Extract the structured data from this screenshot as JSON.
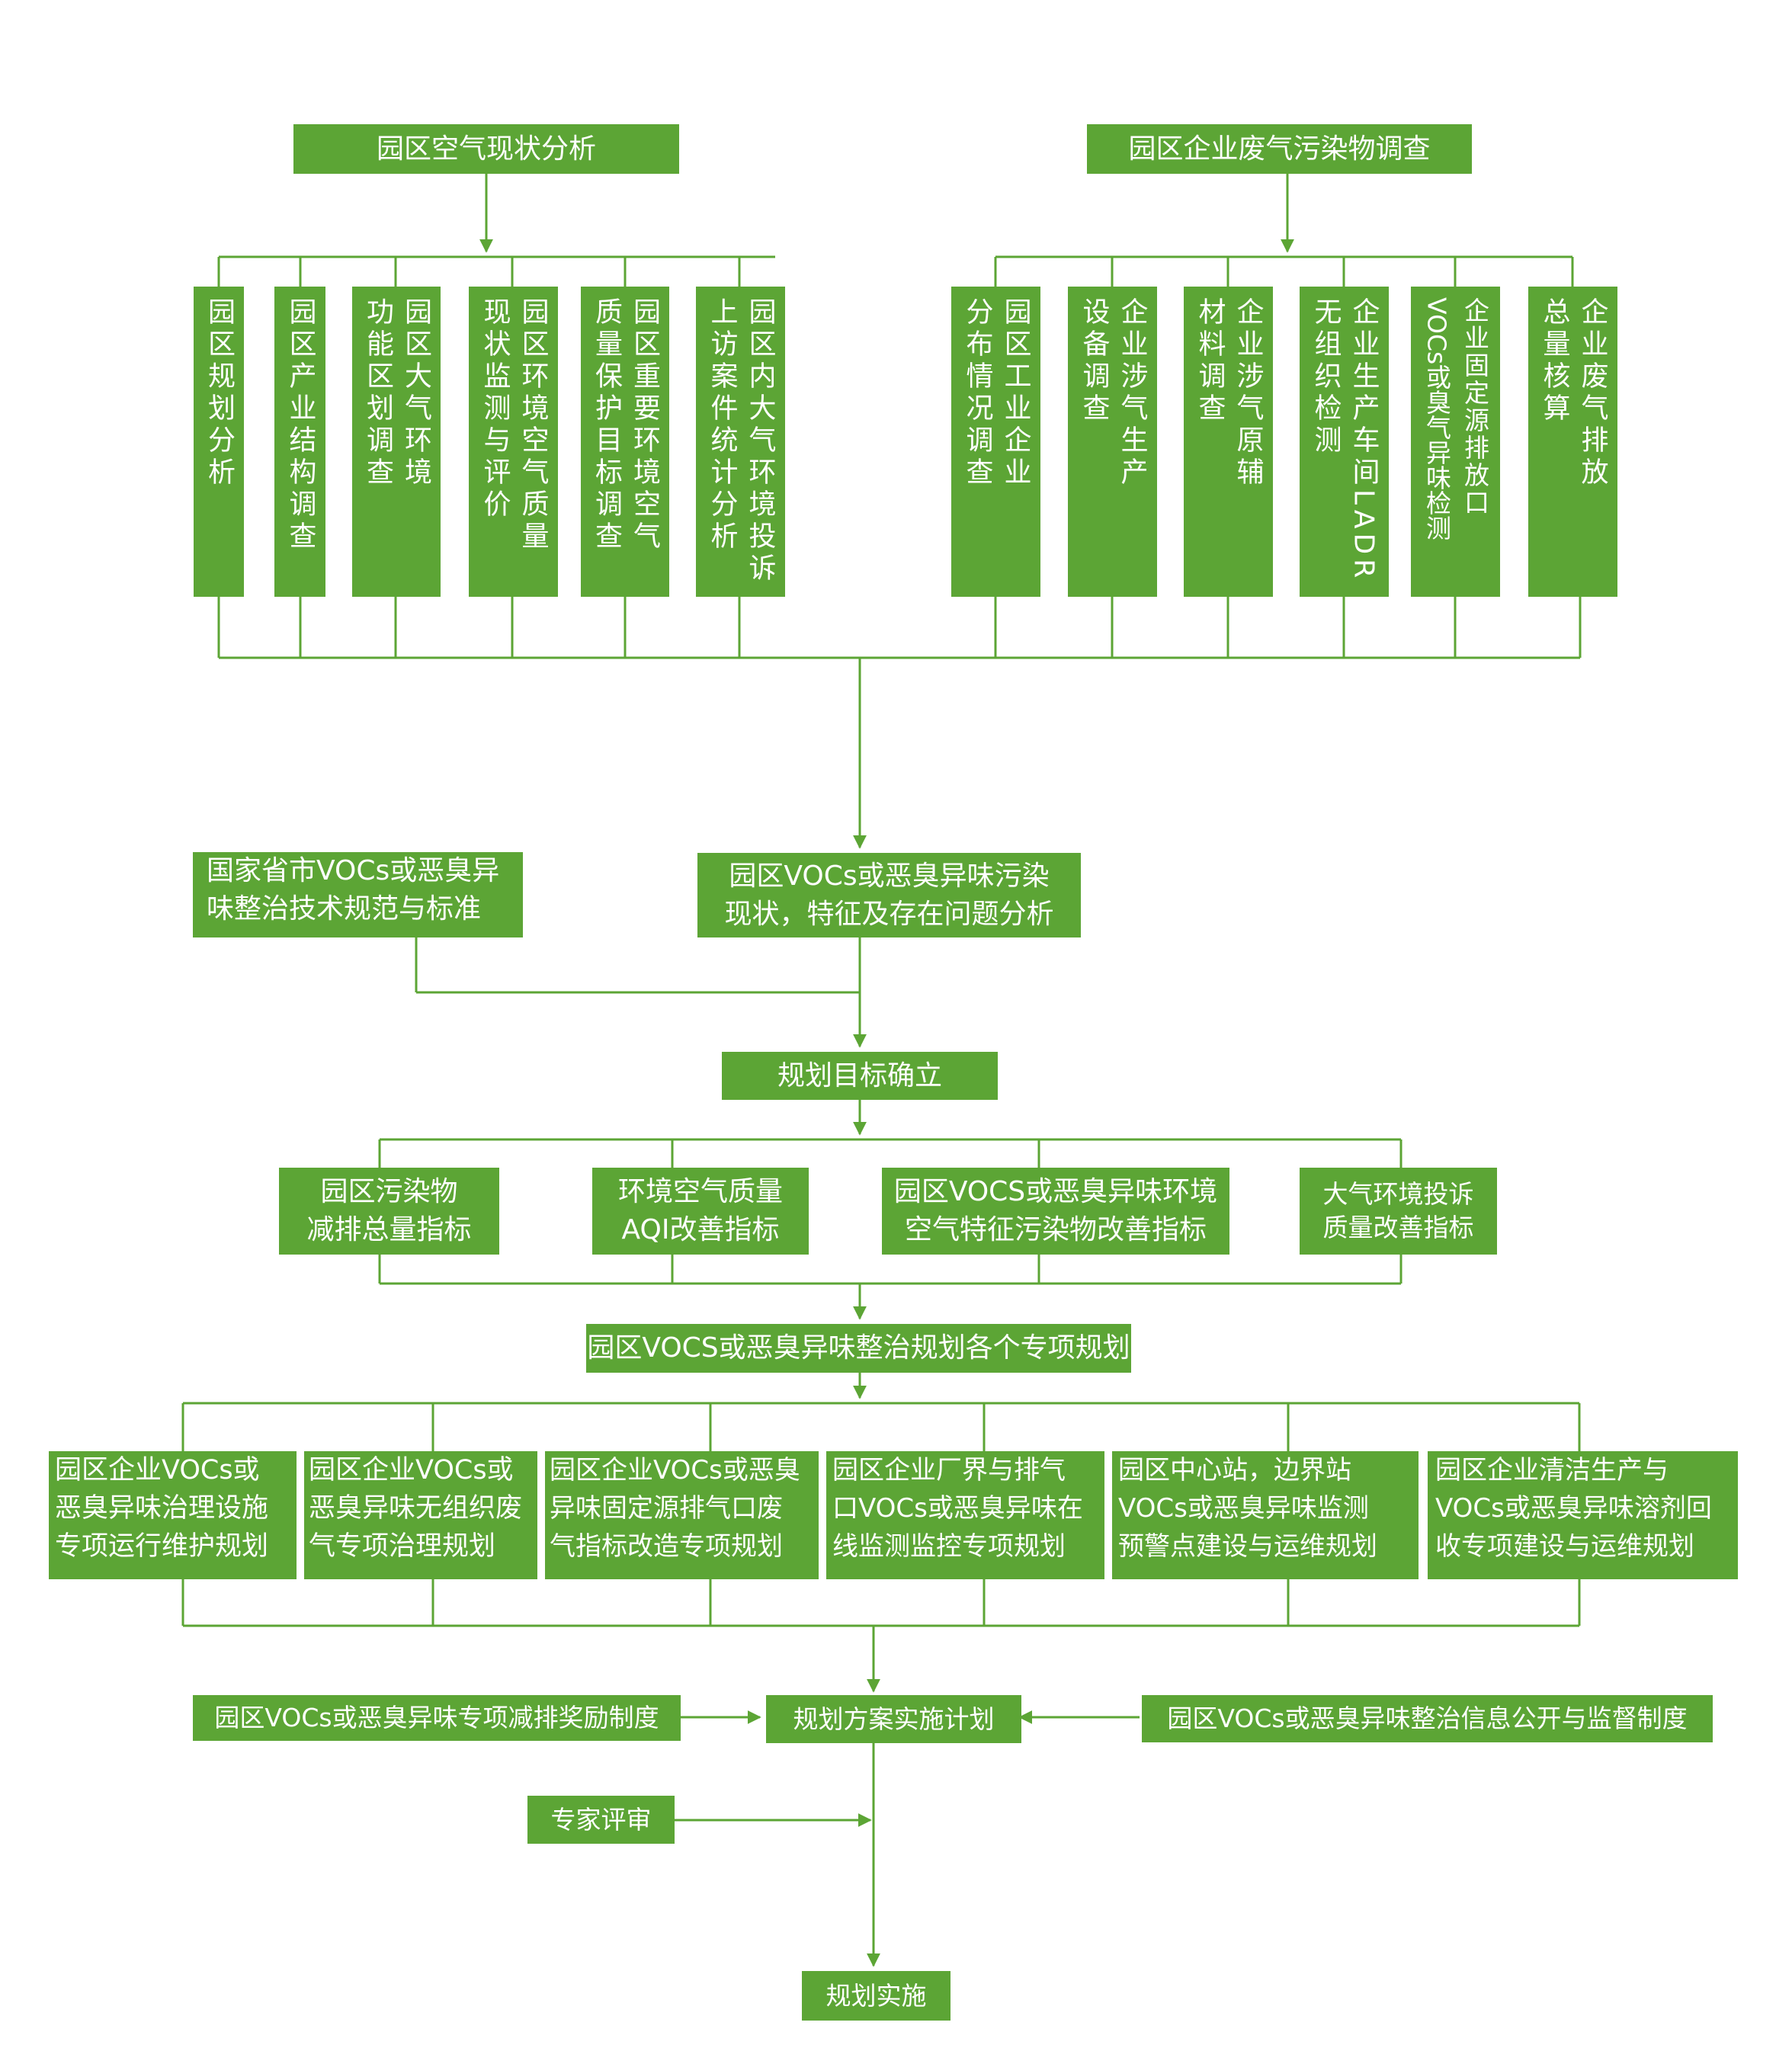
{
  "diagram": {
    "top_left": {
      "title": "园区空气现状分析",
      "items": [
        [
          "园区规划分析"
        ],
        [
          "园区产业结构调查"
        ],
        [
          "园区大气环境",
          "功能区划调查"
        ],
        [
          "园区环境空气质量",
          "现状监测与评价"
        ],
        [
          "园区重要环境空气",
          "质量保护目标调查"
        ],
        [
          "园区内大气环境投诉",
          "上访案件统计分析"
        ]
      ]
    },
    "top_right": {
      "title": "园区企业废气污染物调查",
      "items": [
        [
          "园区工业企业",
          "分布情况调查"
        ],
        [
          "企业涉气生产",
          "设备调查"
        ],
        [
          "企业涉气原辅",
          "材料调查"
        ],
        [
          "企业生产车间LADR",
          "无组织检测"
        ],
        [
          "企业固定源排放口",
          "VOCs或臭气异味检测"
        ],
        [
          "企业废气排放",
          "总量核算"
        ]
      ]
    },
    "standards": [
      "国家省市VOCs或恶臭异",
      "味整治技术规范与标准"
    ],
    "status_analysis": [
      "园区VOCs或恶臭异味污染",
      "现状，特征及存在问题分析"
    ],
    "goal": "规划目标确立",
    "indicators": [
      [
        "园区污染物",
        "减排总量指标"
      ],
      [
        "环境空气质量",
        "AQI改善指标"
      ],
      [
        "园区VOCS或恶臭异味环境",
        "空气特征污染物改善指标"
      ],
      [
        "大气环境投诉",
        "质量改善指标"
      ]
    ],
    "special_plan": "园区VOCS或恶臭异味整治规划各个专项规划",
    "projects": [
      [
        "园区企业VOCs或",
        "恶臭异味治理设施",
        "专项运行维护规划"
      ],
      [
        "园区企业VOCs或",
        "恶臭异味无组织废",
        "气专项治理规划"
      ],
      [
        "园区企业VOCs或恶臭",
        "异味固定源排气口废",
        "气指标改造专项规划"
      ],
      [
        "园区企业厂界与排气",
        "口VOCs或恶臭异味在",
        "线监测监控专项规划"
      ],
      [
        "园区中心站，边界站",
        "VOCs或恶臭异味监测",
        "预警点建设与运维规划"
      ],
      [
        "园区企业清洁生产与",
        "VOCs或恶臭异味溶剂回",
        "收专项建设与运维规划"
      ]
    ],
    "incentive": "园区VOCs或恶臭异味专项减排奖励制度",
    "implementation_plan": "规划方案实施计划",
    "disclosure": "园区VOCs或恶臭异味整治信息公开与监督制度",
    "expert_review": "专家评审",
    "execution": "规划实施"
  },
  "colors": {
    "box": "#5ca535",
    "line": "#5ca535",
    "text": "#ffffff"
  }
}
